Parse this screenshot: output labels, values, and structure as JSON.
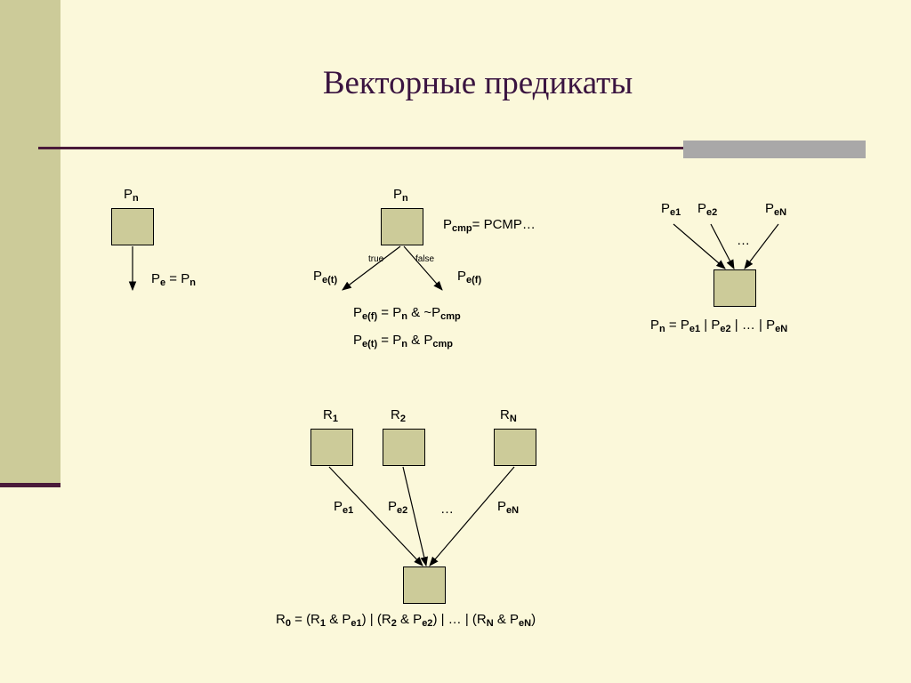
{
  "slide": {
    "title": "Векторные предикаты"
  },
  "diagram": {
    "d1": {
      "node": {
        "main": "P",
        "sub": "n"
      },
      "edge": {
        "main": "P",
        "sub": "e"
      },
      "eq": " = ",
      "rhs": {
        "main": "P",
        "sub": "n"
      }
    },
    "d2": {
      "node": {
        "main": "P",
        "sub": "n"
      },
      "cmp_main": "P",
      "cmp_sub": "cmp",
      "cmp_rest": "= PCMP…",
      "true_label": "true",
      "false_label": "false",
      "left_edge": {
        "main": "P",
        "sub": "e(t)"
      },
      "right_edge": {
        "main": "P",
        "sub": "e(f)"
      },
      "f1": {
        "a": "P",
        "a_sub": "e(f)",
        "eq": " = ",
        "b": "P",
        "b_sub": "n",
        "op": " & ~",
        "c": "P",
        "c_sub": "cmp"
      },
      "f2": {
        "a": "P",
        "a_sub": "e(t)",
        "eq": " = ",
        "b": "P",
        "b_sub": "n",
        "op": " & ",
        "c": "P",
        "c_sub": "cmp"
      }
    },
    "d3": {
      "in1": {
        "main": "P",
        "sub": "e1"
      },
      "in2": {
        "main": "P",
        "sub": "e2"
      },
      "inN": {
        "main": "P",
        "sub": "eN"
      },
      "ellipsis": "…",
      "f": {
        "p": "P",
        "p_sub": "n",
        "eq": " = ",
        "a": "P",
        "a_sub": "e1",
        "sep1": " | ",
        "b": "P",
        "b_sub": "e2",
        "sep2": " | … | ",
        "c": "P",
        "c_sub": "eN"
      }
    },
    "d4": {
      "r1": {
        "main": "R",
        "sub": "1"
      },
      "r2": {
        "main": "R",
        "sub": "2"
      },
      "rN": {
        "main": "R",
        "sub": "N"
      },
      "e1": {
        "main": "P",
        "sub": "e1"
      },
      "e2": {
        "main": "P",
        "sub": "e2"
      },
      "eN": {
        "main": "P",
        "sub": "eN"
      },
      "ellipsis": "…",
      "f": {
        "t0": "R",
        "t0_sub": "0",
        "t1": " = (R",
        "t1_sub": "1",
        "t2": " & P",
        "t2_sub": "e1",
        "t3": ") | (R",
        "t3_sub": "2",
        "t4": " & P",
        "t4_sub": "e2",
        "t5": ") | … | (R",
        "t5_sub": "N",
        "t6": " & P",
        "t6_sub": "eN",
        "t7": ")"
      }
    }
  }
}
